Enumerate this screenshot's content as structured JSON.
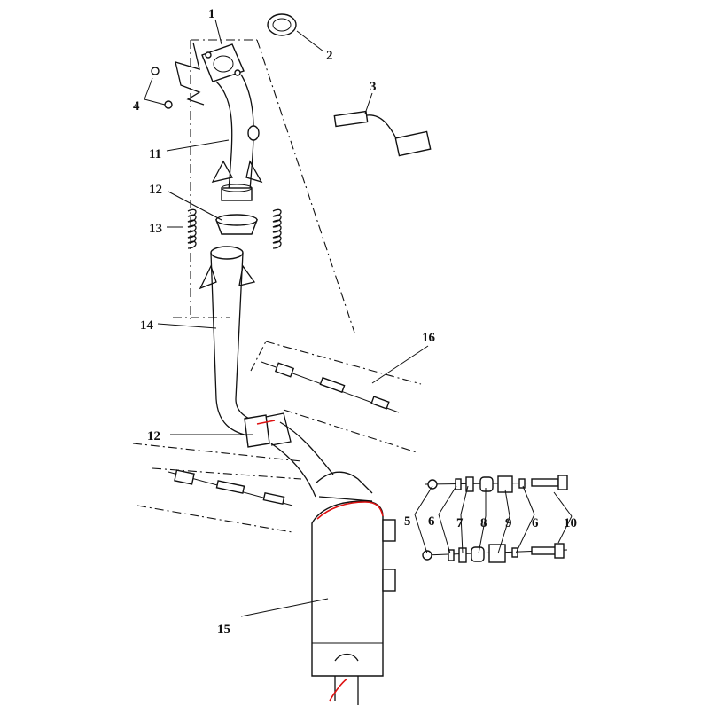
{
  "diagram": {
    "callouts": [
      {
        "id": "1",
        "label": "1"
      },
      {
        "id": "2",
        "label": "2"
      },
      {
        "id": "3",
        "label": "3"
      },
      {
        "id": "4",
        "label": "4"
      },
      {
        "id": "5",
        "label": "5"
      },
      {
        "id": "6a",
        "label": "6"
      },
      {
        "id": "7",
        "label": "7"
      },
      {
        "id": "8",
        "label": "8"
      },
      {
        "id": "9",
        "label": "9"
      },
      {
        "id": "6b",
        "label": "6"
      },
      {
        "id": "10",
        "label": "10"
      },
      {
        "id": "11",
        "label": "11"
      },
      {
        "id": "12a",
        "label": "12"
      },
      {
        "id": "13",
        "label": "13"
      },
      {
        "id": "14",
        "label": "14"
      },
      {
        "id": "12b",
        "label": "12"
      },
      {
        "id": "15",
        "label": "15"
      },
      {
        "id": "16",
        "label": "16"
      }
    ]
  },
  "colors": {
    "line": "#111111",
    "highlight": "#dd1111",
    "background": "#ffffff"
  }
}
